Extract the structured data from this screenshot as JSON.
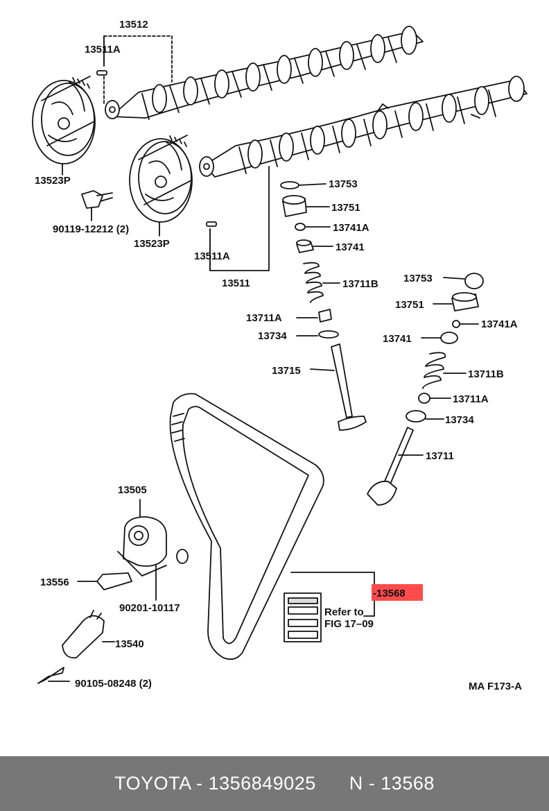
{
  "diagram": {
    "parts": {
      "camshaft_assembly": "13512",
      "camshaft_pin_top": "13511A",
      "pulley_left": "13523P",
      "pulley_right": "13523P",
      "pulley_bolt": "90119-12212 (2)",
      "camshaft_pin_bottom": "13511A",
      "camshaft_intake": "13511",
      "shim_upper": "13753",
      "lifter_upper": "13751",
      "keeper_upper": "13741A",
      "retainer_upper": "13741",
      "spring_upper": "13711B",
      "seat_upper": "13711A",
      "seal_upper": "13734",
      "valve_upper": "13715",
      "shim_lower": "13753",
      "lifter_lower": "13751",
      "keeper_lower": "13741A",
      "retainer_lower": "13741",
      "spring_lower": "13711B",
      "seat_lower": "13711A",
      "seal_lower": "13734",
      "valve_lower": "13711",
      "tensioner": "13505",
      "tensioner_bolt": "13556",
      "washer": "90201-10117",
      "idler": "13540",
      "idler_bolt": "90105-08248 (2)",
      "timing_belt": "-13568"
    },
    "refer_line1": "Refer to",
    "refer_line2": "FIG 17–09",
    "figure_code": "MA F173-A",
    "highlight_color": "#ff4b4b"
  },
  "footer": {
    "text": "TOYOTA - 1356849025      N - 13568"
  }
}
